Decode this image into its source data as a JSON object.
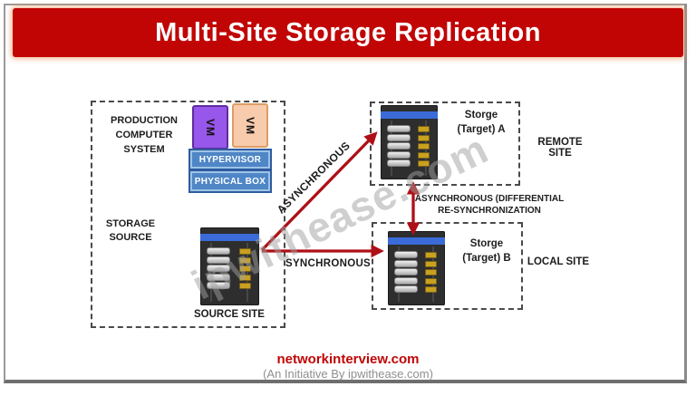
{
  "banner": {
    "title": "Multi-Site Storage Replication"
  },
  "production": {
    "label_lines": [
      "PRODUCTION",
      "COMPUTER",
      "SYSTEM"
    ],
    "vm1": "VM",
    "vm2": "VM",
    "hypervisor": "HYPERVISOR",
    "physical": "PHYSICAL BOX",
    "storage_lines": [
      "STORAGE",
      "SOURCE"
    ],
    "site": "SOURCE SITE"
  },
  "remote": {
    "storage_lines": [
      "Storge",
      "(Target) A"
    ],
    "site": "REMOTE SITE"
  },
  "local": {
    "storage_lines": [
      "Storge",
      "(Target) B"
    ],
    "site": "LOCAL SITE"
  },
  "links": {
    "async": "ASYNCHRONOUS",
    "sync": "SYNCHRONOUS",
    "resync_lines": [
      "ASYNCHRONOUS (DIFFERENTIAL",
      "RE-SYNCHRONIZATION"
    ]
  },
  "watermark": "ipwithease.com",
  "footer": {
    "site": "networkinterview.com",
    "tagline": "(An Initiative By ipwithease.com)"
  },
  "colors": {
    "banner_red": "#c10505",
    "arrow_red": "#ad1016",
    "vm_purple": "#9757ea",
    "vm_peach": "#f8cbad",
    "hypervisor_blue": "#4f86c6",
    "server_blue_bar": "#3a6bd8",
    "chip_gold": "#c9a11f"
  }
}
